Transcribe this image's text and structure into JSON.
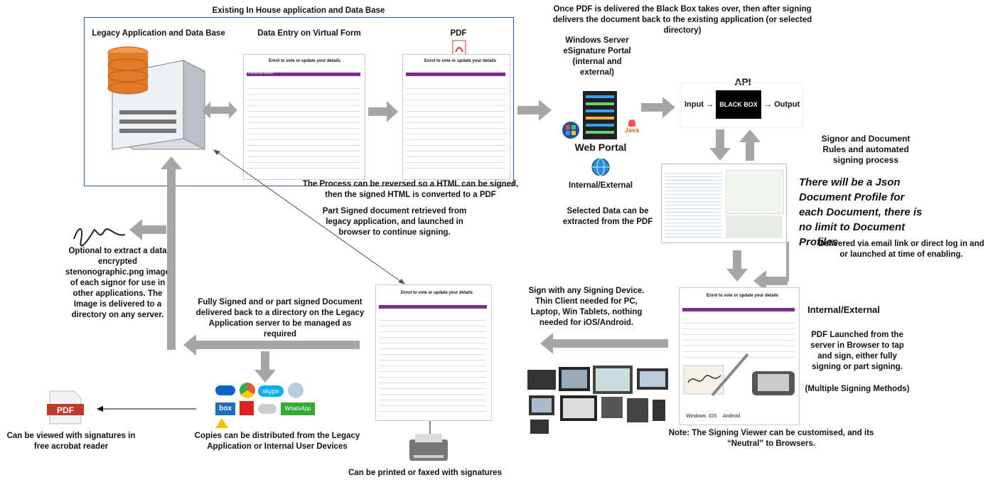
{
  "labels": {
    "existing_app": "Existing In House application and Data Base",
    "legacy_app": "Legacy Application and Data Base",
    "data_entry": "Data Entry on Virtual Form",
    "pdf_title": "PDF",
    "black_box_takeover": "Once PDF is delivered the Black Box takes over, then after signing delivers the document back to the existing application (or selected directory)",
    "windows_server": "Windows Server eSignature Portal (internal and external)",
    "api": "API",
    "input": "Input",
    "black_box": "BLACK BOX",
    "output": "Output",
    "web_portal": "Web Portal",
    "internal_external_1": "Internal/External",
    "signor_rules": "Signor and Document Rules and automated signing process",
    "json_profile": "There will be a Json Document Profile for each Document, there is no limit to Document Profiles",
    "reverse_process": "The Process can be reversed so a HTML can be signed, then the signed HTML is converted to a PDF",
    "part_signed": "Part Signed document retrieved from legacy application, and launched in browser to continue signing.",
    "selected_data": "Selected Data can be extracted from the PDF",
    "delivered_via": "Delivered via email link or direct log in and or launched at time of enabling.",
    "optional_extract": "Optional to extract a data encrypted stenonographic.png image of each signor for use in other applications. The Image is delivered to a directory on any server.",
    "fully_signed": "Fully Signed and or part signed Document delivered back to a directory on the Legacy Application server to be managed as required",
    "sign_any_device": "Sign with any Signing Device. Thin Client needed for PC, Laptop, Win Tablets, nothing needed for iOS/Android.",
    "internal_external_2": "Internal/External",
    "pdf_launched": "PDF Launched from the server in Browser to tap and sign, either fully signing or part signing.",
    "multiple_methods": "(Multiple Signing Methods)",
    "note_viewer": "Note: The Signing Viewer can be customised, and its “Neutral” to Browsers.",
    "copies_distributed": "Copies can be distributed from the Legacy Application or Internal User Devices",
    "viewed_free": "Can be viewed with signatures in free acrobat reader",
    "printed_faxed": "Can be printed or faxed with signatures",
    "pdf_icon_text": "PDF",
    "java": "Java",
    "form_title": "Enrol to vote or update your details",
    "form_section": "Personal details",
    "box_small": "box",
    "whatsapp": "WhatsApp",
    "skype": "skype",
    "os_windows": "Windows",
    "os_ios": "iOS",
    "os_android": "Android"
  },
  "colors": {
    "arrow": "#a6a6a6",
    "frame": "#2d5a9c",
    "server_orange": "#e07b2a",
    "form_purple": "#7b2d8e",
    "pdf_red": "#c0392b"
  }
}
